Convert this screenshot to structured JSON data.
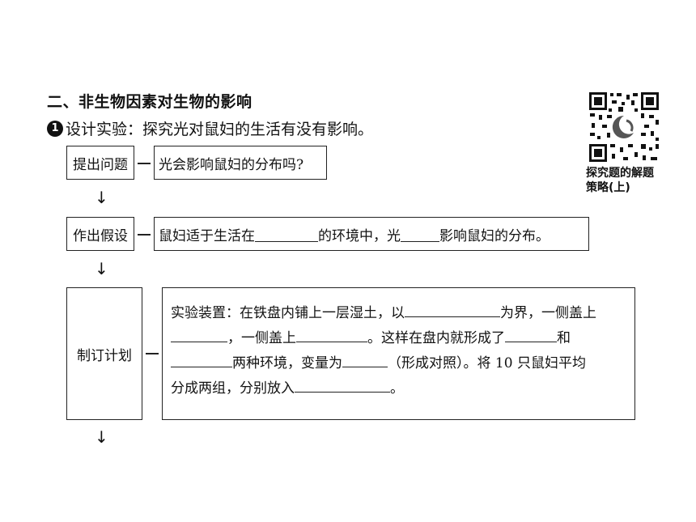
{
  "section": {
    "title": "二、非生物因素对生物的影响"
  },
  "design": {
    "number": "1",
    "text": "设计实验：探究光对鼠妇的生活有没有影响。"
  },
  "qr": {
    "caption": "探究题的解题策略(上)"
  },
  "steps": {
    "question": {
      "label": "提出问题",
      "content": "光会影响鼠妇的分布吗?"
    },
    "hypothesis": {
      "label": "作出假设",
      "part1": "鼠妇适于生活在",
      "part2": "的环境中，光",
      "part3": "影响鼠妇的分布。"
    },
    "plan": {
      "label": "制订计划",
      "s1": "实验装置：在铁盘内铺上一层湿土，以",
      "s2": "为界，一侧盖上",
      "s3": "，一侧盖上",
      "s4": "。这样在盘内就形成了",
      "s5": "和",
      "s6": "两种环境，变量为",
      "s7": "（形成对照）。将 10 只鼠妇平均",
      "s8": "分成两组，分别放入",
      "s9": "。"
    }
  }
}
